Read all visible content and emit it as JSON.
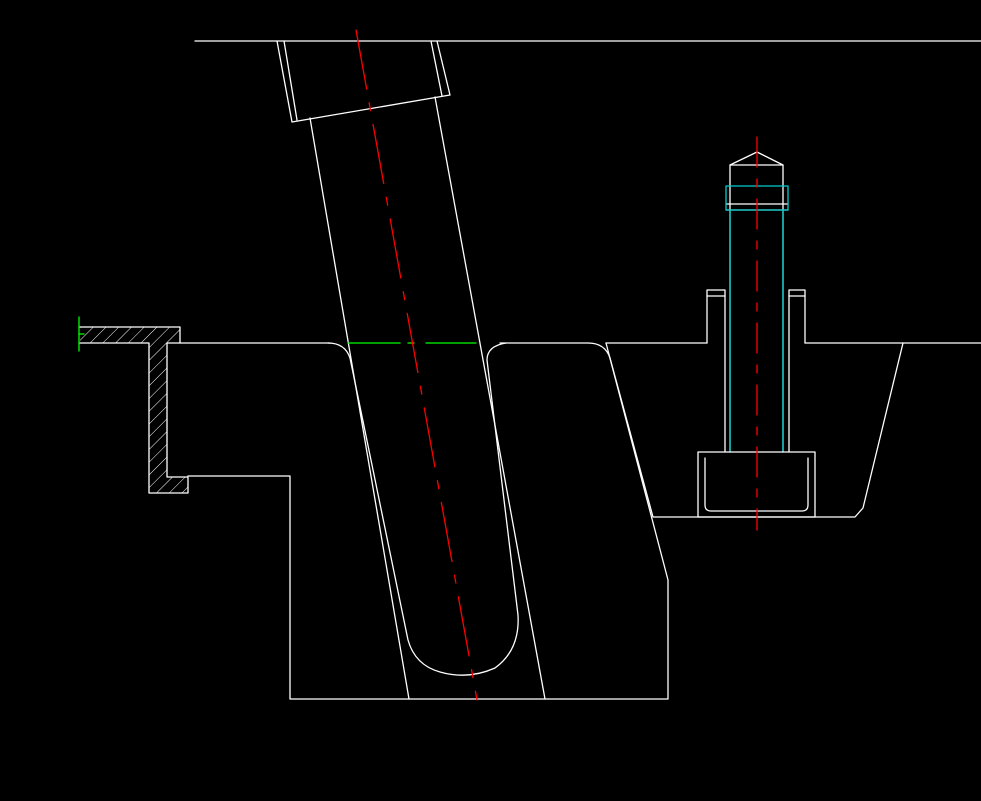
{
  "drawing": {
    "background_color": "#000000",
    "colors": {
      "outline": "#ffffff",
      "centerline": "#ff0000",
      "dimension": "#00ff00",
      "thread": "#00cccc",
      "hatch": "#ffffff"
    },
    "parts": [
      "top-plate",
      "inclined-guide-pin",
      "slider-body",
      "socket-head-bolt",
      "hatched-bracket",
      "dimension-line"
    ]
  }
}
